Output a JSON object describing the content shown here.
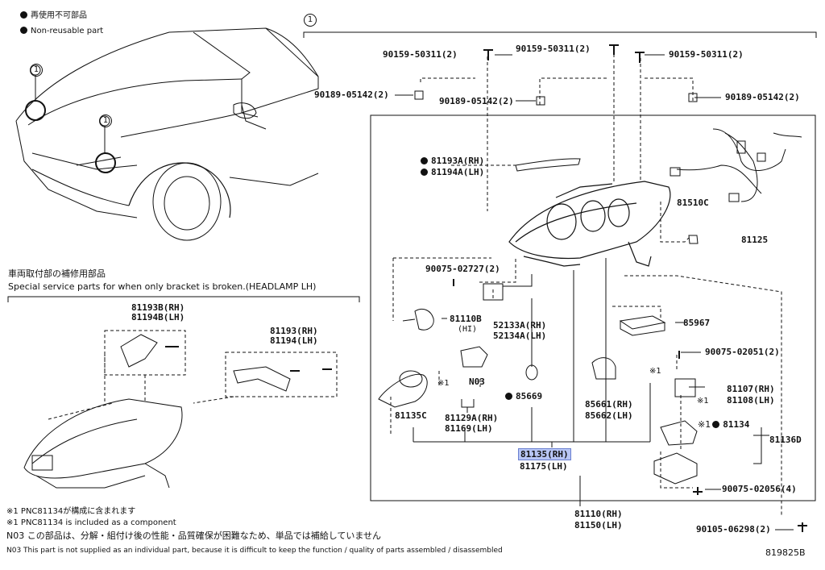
{
  "legend": {
    "jp": "再使用不可部品",
    "en": "Non-reusable part"
  },
  "callout_num": "1",
  "bracket_box": {
    "title_jp": "車両取付部の補修用部品",
    "title_en": "Special service parts for when only bracket is broken.(HEADLAMP LH)"
  },
  "parts": {
    "p90159_a": "90159-50311(2)",
    "p90159_b": "90159-50311(2)",
    "p90159_c": "90159-50311(2)",
    "p90189_a": "90189-05142(2)",
    "p90189_b": "90189-05142(2)",
    "p90189_c": "90189-05142(2)",
    "p81193A": "81193A(RH)",
    "p81194A": "81194A(LH)",
    "p81510C": "81510C",
    "p81125": "81125",
    "p90075_02727": "90075-02727(2)",
    "p81110B": "81110B",
    "p81110B_sub": "(HI)",
    "p52133A": "52133A(RH)",
    "p52134A": "52134A(LH)",
    "p85967": "85967",
    "p90075_02051": "90075-02051(2)",
    "n03": "N03",
    "mark1": "※1",
    "p85669": "85669",
    "p85661": "85661(RH)",
    "p85662": "85662(LH)",
    "p81107": "81107(RH)",
    "p81108": "81108(LH)",
    "p81135C": "81135C",
    "p81129A": "81129A(RH)",
    "p81169": "81169(LH)",
    "p81134": "81134",
    "p81136D": "81136D",
    "p81135": "81135(RH)",
    "p81175": "81175(LH)",
    "p90075_02056": "90075-02056(4)",
    "p81110": "81110(RH)",
    "p81150": "81150(LH)",
    "p90105": "90105-06298(2)",
    "p81193B": "81193B(RH)",
    "p81194B": "81194B(LH)",
    "p81193": "81193(RH)",
    "p81194": "81194(LH)"
  },
  "footnotes": {
    "n1_jp": "※1 PNC81134が構成に含まれます",
    "n1_en": "※1 PNC81134 is included as a component",
    "n03_jp": "N03 この部品は、分解・組付け後の性能・品質確保が困難なため、単品では補給していません",
    "n03_en": "N03 This part is not supplied as an individual part, because it is difficult to keep the function / quality of parts assembled / disassembled"
  },
  "figure_id": "819825B"
}
